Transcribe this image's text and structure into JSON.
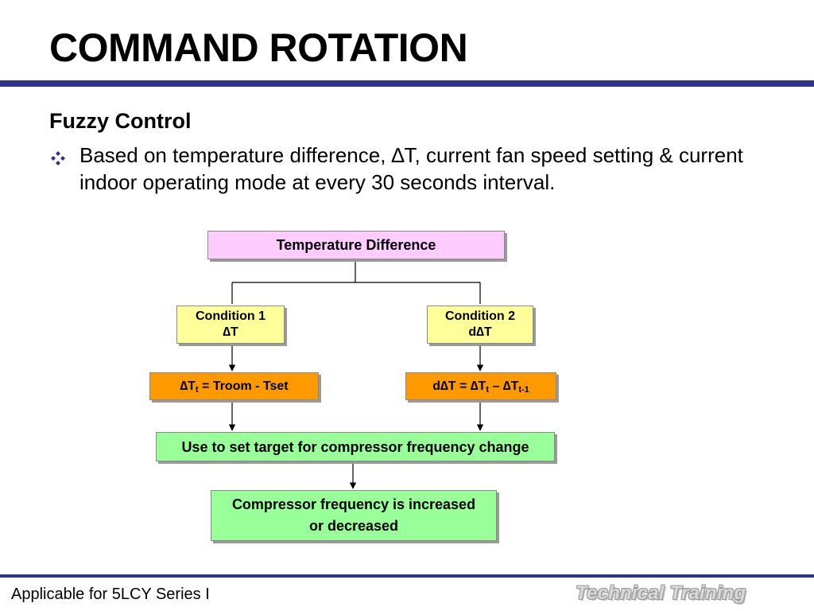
{
  "slide": {
    "title": "COMMAND ROTATION",
    "subtitle": "Fuzzy Control",
    "bullet": "Based on temperature difference, ∆T, current fan speed setting & current indoor operating mode at every 30 seconds interval."
  },
  "diagram": {
    "temperature_difference": "Temperature Difference",
    "condition1": {
      "title": "Condition 1",
      "symbol": "∆T"
    },
    "condition2": {
      "title": "Condition 2",
      "symbol": "d∆T"
    },
    "formula1": {
      "lhs": "∆T",
      "sub": "t",
      "rhs": " = Troom - Tset"
    },
    "formula2": {
      "lhs": "d∆T = ∆T",
      "sub1": "t",
      "mid": " – ∆T",
      "sub2": "t-1"
    },
    "use_target": "Use to set target for compressor frequency change",
    "compressor_line1": "Compressor frequency is increased",
    "compressor_line2": "or decreased"
  },
  "footer": {
    "applicable": "Applicable for 5LCY Series I",
    "watermark": "Technical Training"
  },
  "colors": {
    "rule": "#2e3192",
    "pink": "#ffccff",
    "yellow": "#ffff99",
    "orange": "#ff9900",
    "green": "#99ff99"
  },
  "icons": {
    "bullet": "diamond-bullet-icon"
  }
}
